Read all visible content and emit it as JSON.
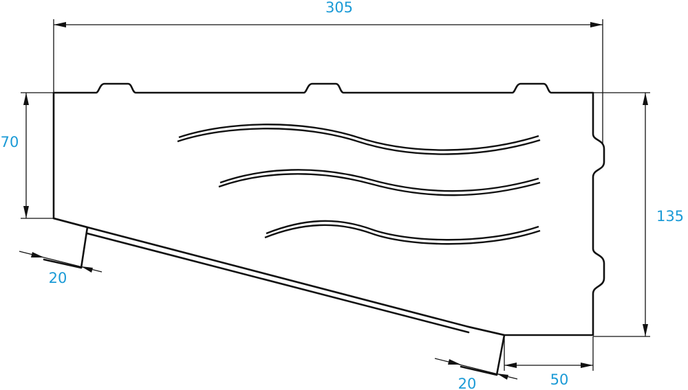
{
  "drawing": {
    "label_color": "#1a9ad6",
    "line_color": "#111111",
    "background": "#ffffff",
    "dimensions": {
      "overall_width": "305",
      "left_height": "70",
      "right_height": "135",
      "left_lip_width": "20",
      "bottom_lip_width": "20",
      "bottom_flat_width": "50"
    }
  }
}
